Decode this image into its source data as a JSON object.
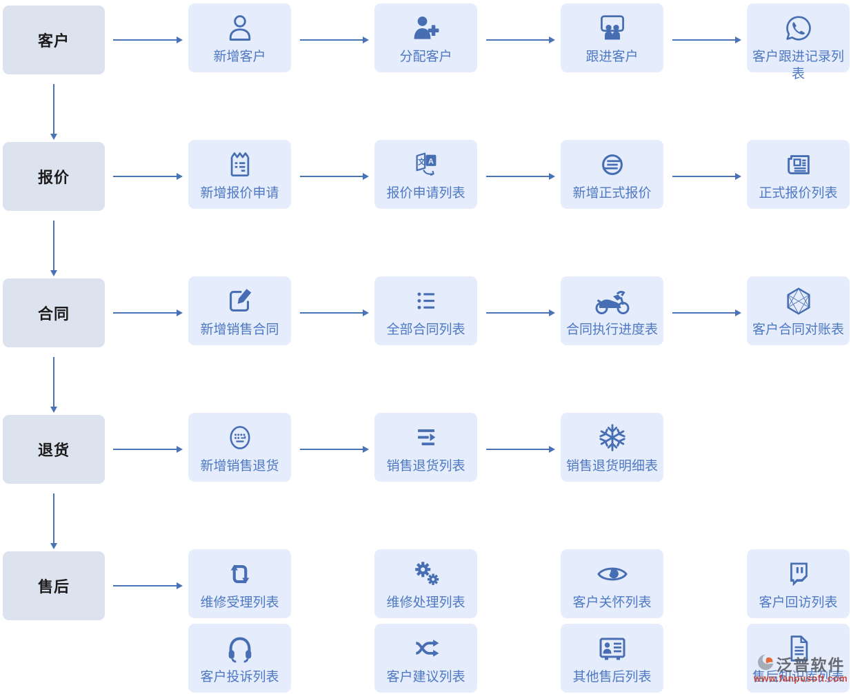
{
  "colors": {
    "stage_box_bg": "#dde3ee",
    "item_box_bg": "#e5edfc",
    "stage_text": "#1b1b1b",
    "item_text": "#4f78c2",
    "icon": "#476db3",
    "arrow": "#4a73b6",
    "watermark_text": "#55595f",
    "watermark_url_text": "#c8402f",
    "watermark_logo_orange": "#e25a1f",
    "watermark_logo_gray": "#9aa1ab"
  },
  "rows": [
    {
      "stage": "客户",
      "down_arrow": true,
      "item_arrows": true,
      "items": [
        {
          "icon": "user-icon",
          "label": "新增客户"
        },
        {
          "icon": "user-add-icon",
          "label": "分配客户"
        },
        {
          "icon": "people-presentation-icon",
          "label": "跟进客户"
        },
        {
          "icon": "whatsapp-icon",
          "label": "客户跟进记录列表"
        }
      ]
    },
    {
      "stage": "报价",
      "down_arrow": true,
      "item_arrows": true,
      "items": [
        {
          "icon": "clipboard-list-icon",
          "label": "新增报价申请"
        },
        {
          "icon": "translate-icon",
          "label": "报价申请列表"
        },
        {
          "icon": "circle-lines-icon",
          "label": "新增正式报价"
        },
        {
          "icon": "newspaper-icon",
          "label": "正式报价列表"
        }
      ]
    },
    {
      "stage": "合同",
      "down_arrow": true,
      "item_arrows": true,
      "items": [
        {
          "icon": "edit-square-icon",
          "label": "新增销售合同"
        },
        {
          "icon": "bullet-list-icon",
          "label": "全部合同列表"
        },
        {
          "icon": "motorcycle-icon",
          "label": "合同执行进度表"
        },
        {
          "icon": "hexagon-wireframe-icon",
          "label": "客户合同对账表"
        }
      ]
    },
    {
      "stage": "退货",
      "down_arrow": true,
      "item_arrows": true,
      "items": [
        {
          "icon": "keyboard-circle-icon",
          "label": "新增销售退货"
        },
        {
          "icon": "list-arrow-icon",
          "label": "销售退货列表"
        },
        {
          "icon": "snowflake-icon",
          "label": "销售退货明细表"
        }
      ]
    },
    {
      "stage": "售后",
      "down_arrow": false,
      "item_arrows": false,
      "items": [
        {
          "icon": "repeat-icon",
          "label": "维修受理列表"
        },
        {
          "icon": "gears-icon",
          "label": "维修处理列表"
        },
        {
          "icon": "eye-icon",
          "label": "客户关怀列表"
        },
        {
          "icon": "chat-bubble-icon",
          "label": "客户回访列表"
        }
      ],
      "items2": [
        {
          "icon": "headphones-icon",
          "label": "客户投诉列表"
        },
        {
          "icon": "shuffle-icon",
          "label": "客户建议列表"
        },
        {
          "icon": "id-card-icon",
          "label": "其他售后列表"
        },
        {
          "icon": "document-icon",
          "label": "售后知识库列表"
        }
      ]
    }
  ],
  "watermark": {
    "brand": "泛普软件",
    "url": "www.fanpusoft.com"
  }
}
